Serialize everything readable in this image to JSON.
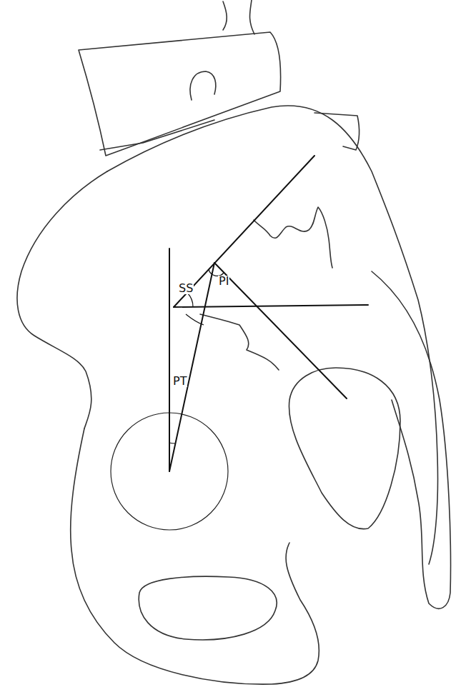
{
  "diagram": {
    "labels": [
      "SS",
      "PI",
      "PT"
    ]
  }
}
